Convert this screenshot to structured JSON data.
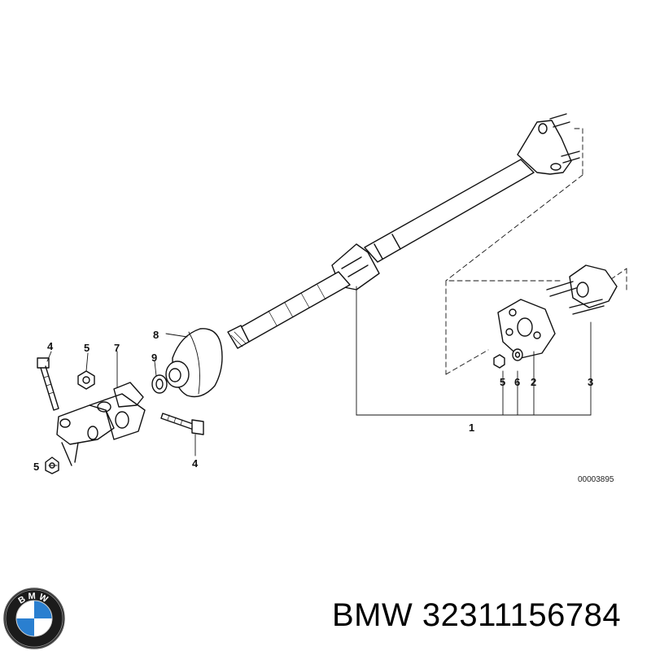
{
  "diagram": {
    "callouts": {
      "c1": "1",
      "c2": "2",
      "c3": "3",
      "c4a": "4",
      "c4b": "4",
      "c5a": "5",
      "c5b": "5",
      "c5c": "5",
      "c6": "6",
      "c7": "7",
      "c8": "8",
      "c9": "9"
    },
    "reference_code": "00003895"
  },
  "logo": {
    "text": "BMW"
  },
  "caption": {
    "text": "BMW 32311156784"
  }
}
